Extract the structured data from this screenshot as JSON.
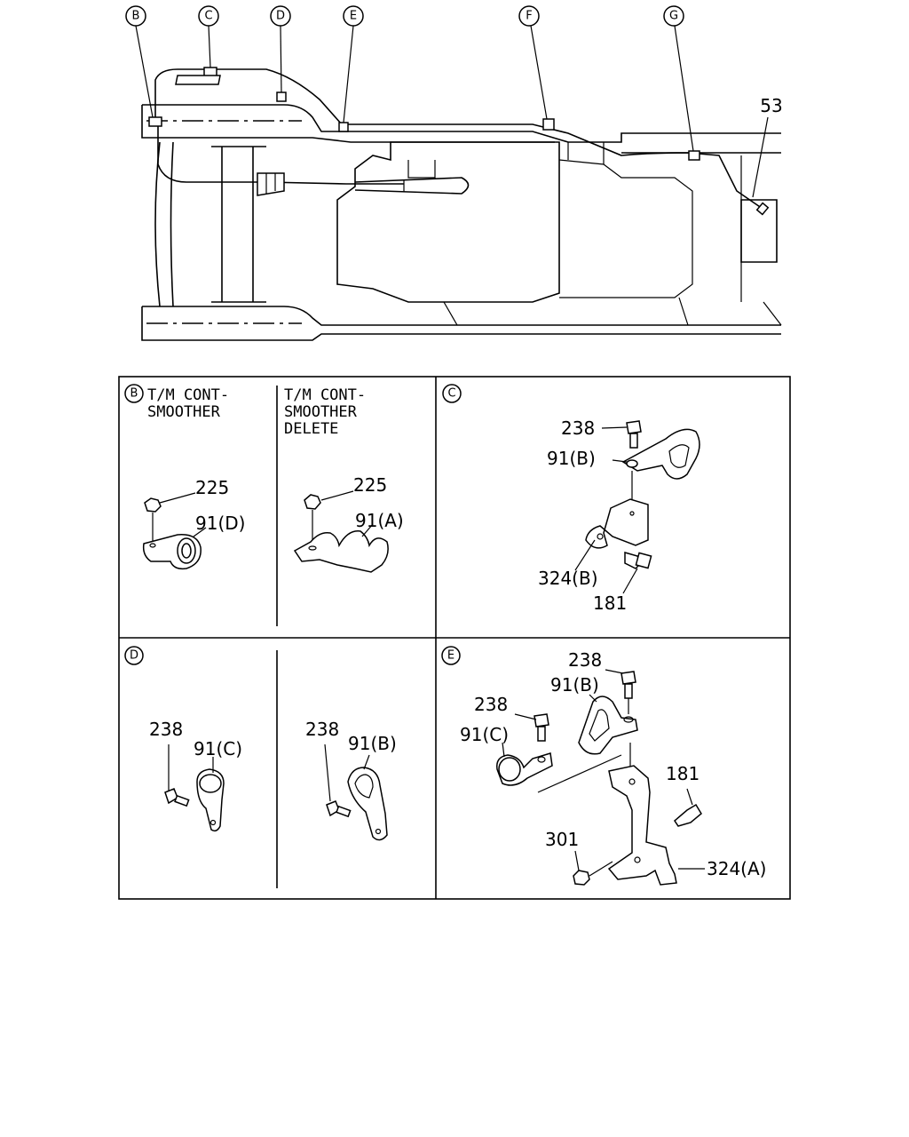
{
  "callouts": {
    "b": "B",
    "c": "C",
    "d": "D",
    "e": "E",
    "f": "F",
    "g": "G"
  },
  "overview": {
    "part_53": "53"
  },
  "panel_b": {
    "tag": "B",
    "left_header_l1": "T/M CONT-",
    "left_header_l2": "SMOOTHER",
    "right_header_l1": "T/M CONT-",
    "right_header_l2": "SMOOTHER",
    "right_header_l3": "DELETE",
    "left_nut": "225",
    "left_clip": "91(D)",
    "right_nut": "225",
    "right_clip": "91(A)"
  },
  "panel_c": {
    "tag": "C",
    "bolt": "238",
    "clip": "91(B)",
    "bracket": "324(B)",
    "bolt2": "181"
  },
  "panel_d": {
    "tag": "D",
    "left_bolt": "238",
    "left_clip": "91(C)",
    "right_bolt": "238",
    "right_clip": "91(B)"
  },
  "panel_e": {
    "tag": "E",
    "bolt_top": "238",
    "clip_b": "91(B)",
    "bolt_left": "238",
    "clip_c": "91(C)",
    "bolt_181": "181",
    "nut": "301",
    "bracket": "324(A)"
  }
}
